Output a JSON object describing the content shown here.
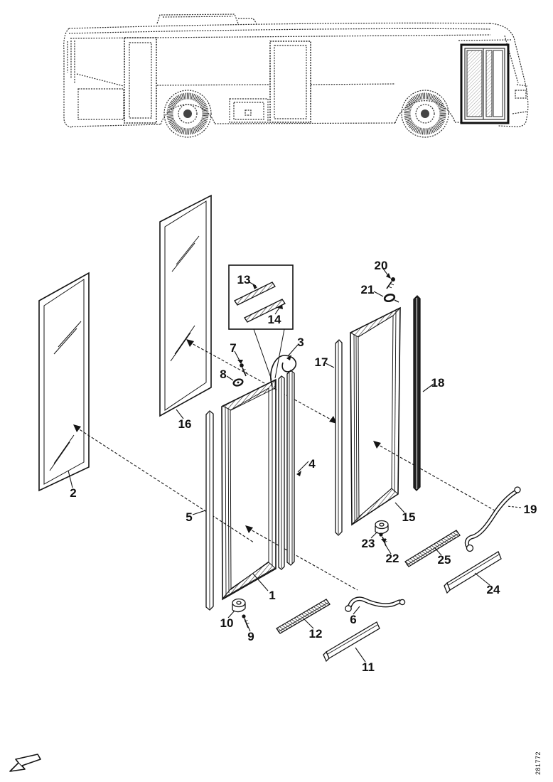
{
  "diagram": {
    "drawing_number": "281772",
    "callouts": [
      {
        "number": "1"
      },
      {
        "number": "2"
      },
      {
        "number": "3"
      },
      {
        "number": "4"
      },
      {
        "number": "5"
      },
      {
        "number": "6"
      },
      {
        "number": "7"
      },
      {
        "number": "8"
      },
      {
        "number": "9"
      },
      {
        "number": "10"
      },
      {
        "number": "11"
      },
      {
        "number": "12"
      },
      {
        "number": "13"
      },
      {
        "number": "14"
      },
      {
        "number": "15"
      },
      {
        "number": "16"
      },
      {
        "number": "17"
      },
      {
        "number": "18"
      },
      {
        "number": "19"
      },
      {
        "number": "20"
      },
      {
        "number": "21"
      },
      {
        "number": "22"
      },
      {
        "number": "23"
      },
      {
        "number": "24"
      },
      {
        "number": "25"
      }
    ]
  }
}
